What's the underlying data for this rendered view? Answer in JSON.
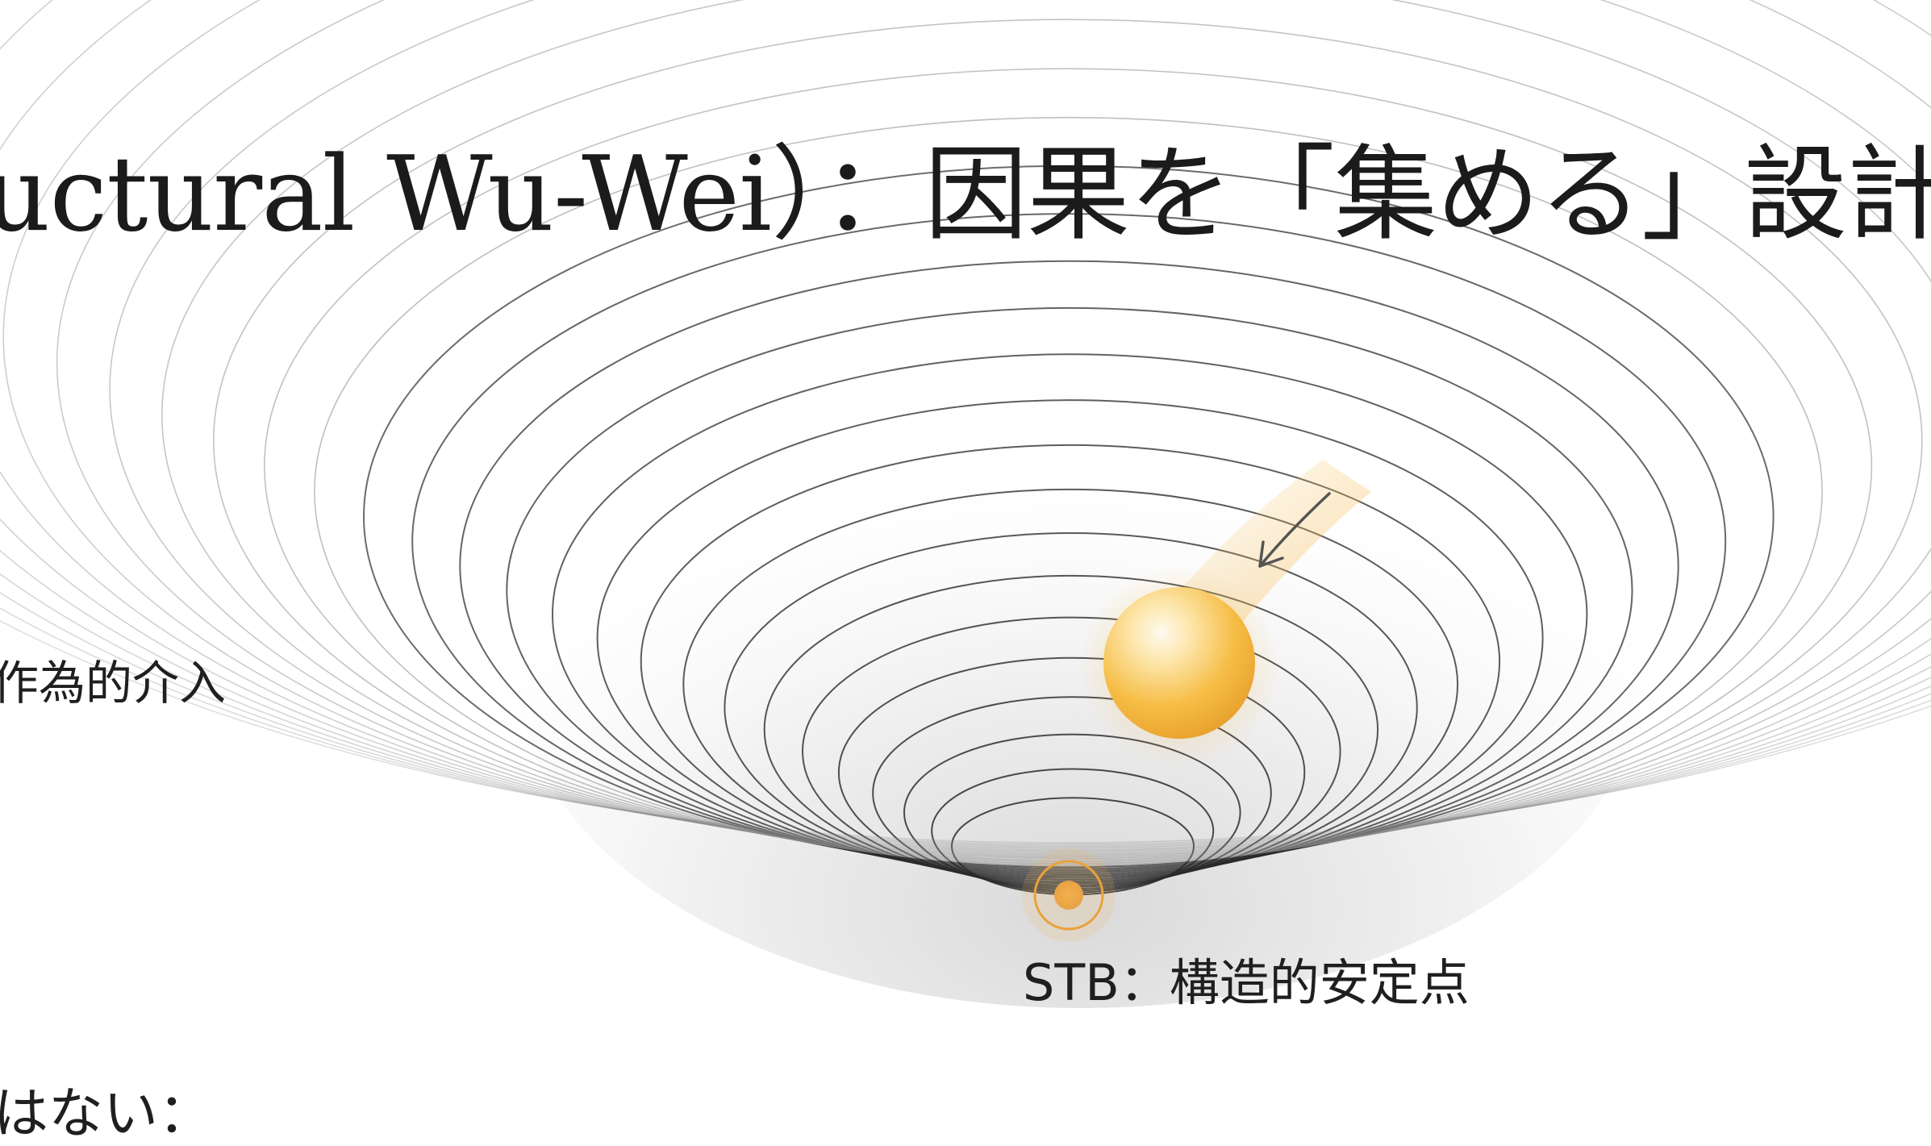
{
  "diagram": {
    "title": "uctural Wu-Wei）：因果を「集める」設計",
    "side_label": "作為的介入",
    "footer_text": "はない：",
    "stable_point_label": "STB：構造的安定点",
    "colors": {
      "background": "#ffffff",
      "contour_line": "#2a2a2a",
      "ball": "#f5b93a",
      "ball_highlight": "#fff6dc",
      "stable_point": "#e7a33a",
      "text": "#1b1b1b"
    },
    "icons": {
      "ball": "rolling-ball-icon",
      "arrow": "curved-arrow-icon",
      "target": "stable-point-marker-icon"
    }
  }
}
